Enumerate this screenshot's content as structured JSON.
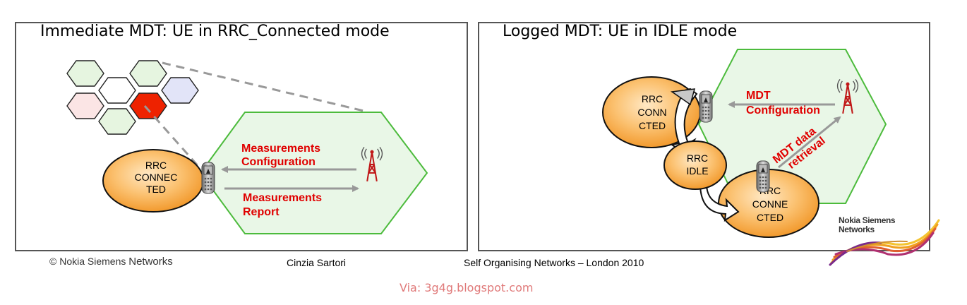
{
  "left": {
    "title": "Immediate MDT: UE in RRC_Connected mode",
    "node": [
      "RRC",
      "CONNEC",
      "TED"
    ],
    "config_label": [
      "Measurements",
      "Configuration"
    ],
    "report_label": [
      "Measurements",
      "Report"
    ]
  },
  "right": {
    "title": "Logged MDT: UE in IDLE mode",
    "node_top": [
      "RRC",
      "CONN",
      "CTED"
    ],
    "node_idle": [
      "RRC",
      "IDLE"
    ],
    "node_bottom": [
      "RRC",
      "CONNE",
      "CTED"
    ],
    "config_label": [
      "MDT",
      "Configuration"
    ],
    "retrieval_label": [
      "MDT data",
      "retrieval"
    ]
  },
  "footer": {
    "copyright": "© Nokia Siemens",
    "copyright_brand": "Networks",
    "author": "Cinzia Sartori",
    "event": "Self Organising Networks – London 2010",
    "via": "Via: 3g4g.blogspot.com"
  },
  "logo": [
    "Nokia Siemens",
    "Networks"
  ],
  "colors": {
    "hex_border": "#4cbb3c",
    "hex_fill": "#e9f7e7",
    "node_fill_center": "#ffe0b3",
    "node_fill_edge": "#f5a033",
    "label_red": "#e00000",
    "arrow_gray": "#999999",
    "cell_highlight": "#ee2200"
  }
}
